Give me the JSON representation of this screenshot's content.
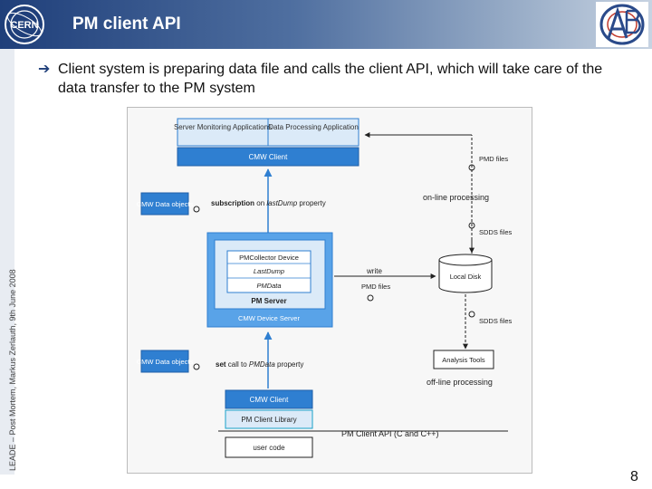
{
  "header": {
    "title": "PM client API",
    "cern_logo_text": "CERN"
  },
  "sidebar": {
    "text": "LEADE – Post Mortem, Markus Zerlauth, 9th June 2008"
  },
  "bullet": {
    "text": "Client system is preparing data file and calls the client API, which will take care of the data transfer to the PM system"
  },
  "diagram": {
    "server_monitoring": "Server Monitoring Applications",
    "data_processing": "Data Processing Application",
    "cmw_client_top": "CMW Client",
    "cmw_data_top": "CMW Data objects",
    "subscription_bold": "subscription",
    "subscription_mid": " on ",
    "subscription_italic": "lastDump",
    "subscription_end": " property",
    "pmd_files_top": "PMD files",
    "online_processing": "on-line processing",
    "sdds_files_top": "SDDS files",
    "collector_title": "PMCollector Device",
    "last_dump": "LastDump",
    "pm_data": "PMData",
    "pm_server": "PM Server",
    "cmw_device_server": "CMW Device Server",
    "write": "write",
    "pmd_files_mid": "PMD files",
    "local_disk": "Local Disk",
    "sdds_files_bottom": "SDDS files",
    "analysis_tools": "Analysis Tools",
    "offline_processing": "off-line processing",
    "cmw_data_bottom": "CMW Data objects",
    "set_bold": "set",
    "set_mid": " call to ",
    "set_italic": "PMData",
    "set_end": " property",
    "cmw_client_bottom": "CMW Client",
    "pm_client_library": "PM Client Library",
    "pm_client_api": "PM Client API (C and C++)",
    "user_code": "user code"
  },
  "page_number": "8",
  "colors": {
    "header_dark": "#1f3f7a",
    "box_blue": "#2f7fd1",
    "server_blue": "#59a3e8",
    "light_blue": "#dbeaf8",
    "cyan_dark": "#1aa0c8"
  }
}
